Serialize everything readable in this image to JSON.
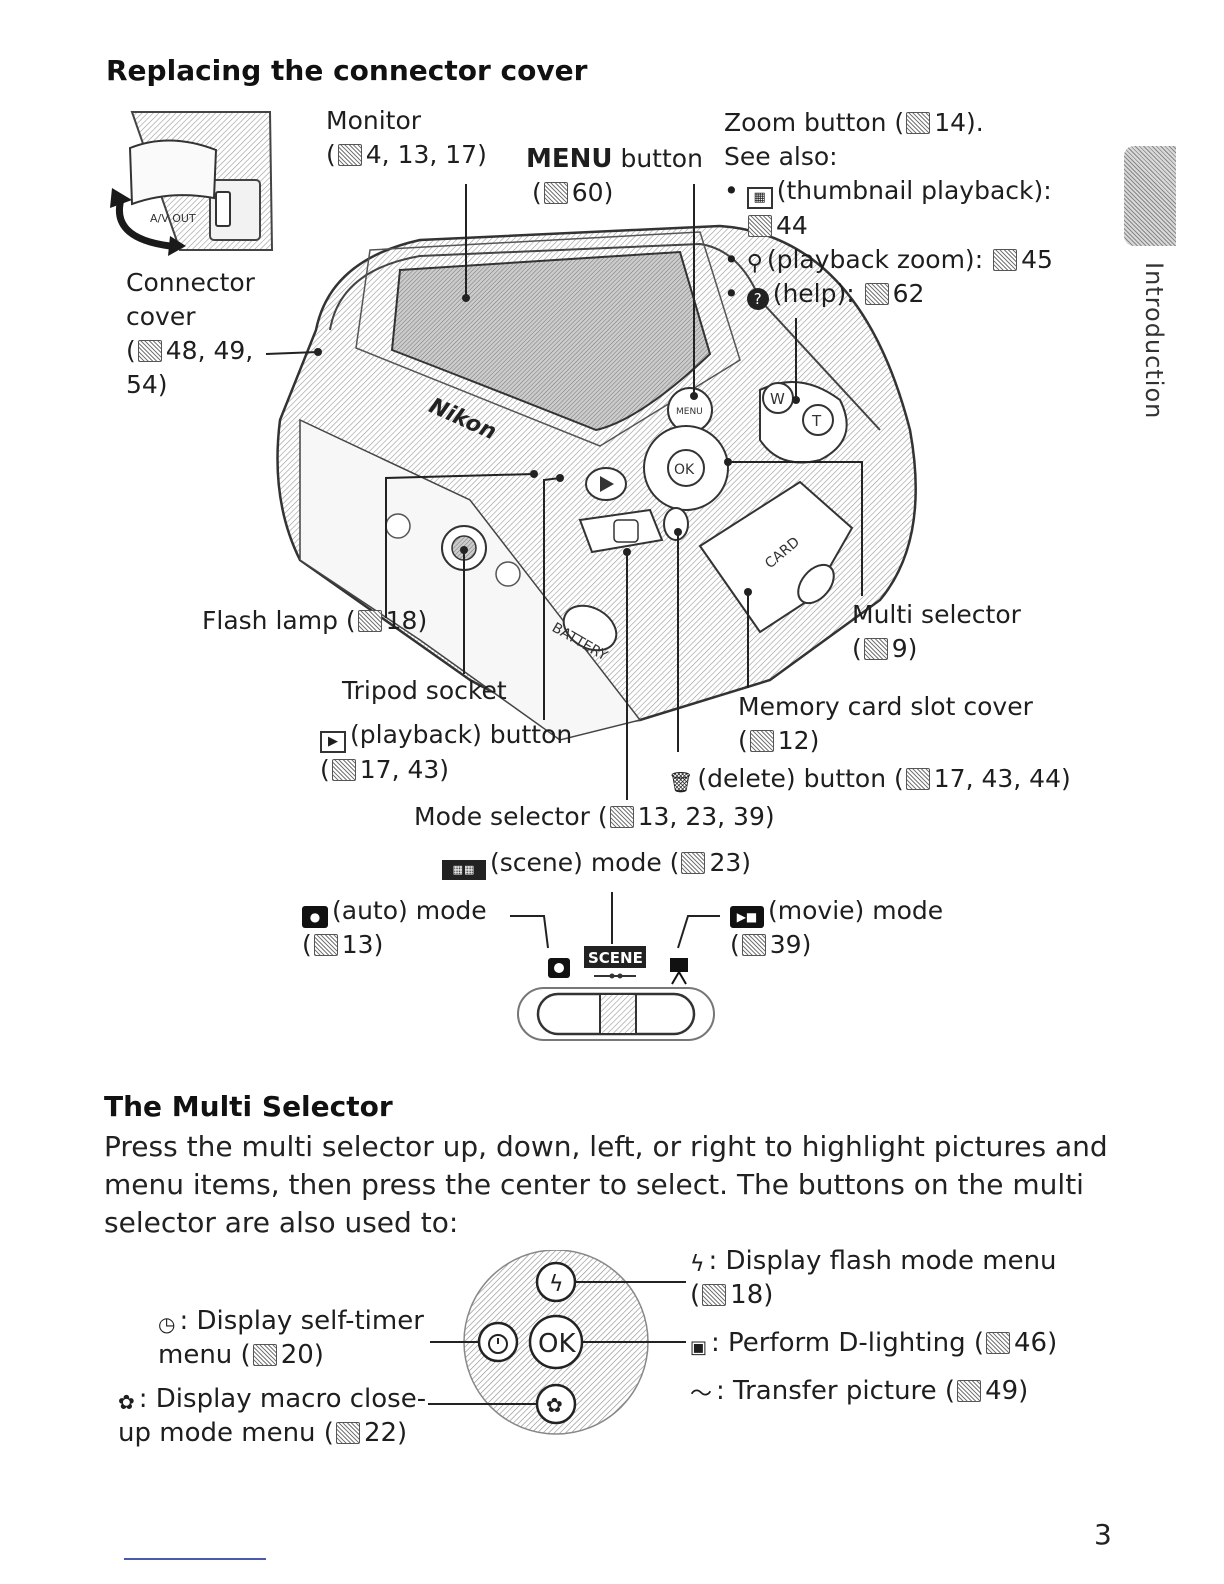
{
  "connector_section": {
    "title": "Replacing the connector cover"
  },
  "camera_diagram": {
    "av_out_label": "A/V OUT",
    "brand_text": "Nikon",
    "card_text": "CARD",
    "battery_text": "BATTERY",
    "ok_text": "OK",
    "w_text": "W",
    "t_text": "T",
    "menu_text": "MENU",
    "callouts": {
      "monitor": {
        "name": "Monitor",
        "pages": "4, 13, 17"
      },
      "menu_button": {
        "name_bold": "MENU",
        "name": "button",
        "pages": "60"
      },
      "zoom_button": {
        "title_name": "Zoom button (",
        "title_pages": "14).",
        "see_also": "See also:",
        "item1_text": "(thumbnail playback):",
        "item1_page": "44",
        "item2_text": "(playback zoom):",
        "item2_page": "45",
        "item3_text": "(help):",
        "item3_page": "62"
      },
      "connector_cover": {
        "line1": "Connector",
        "line2": "cover",
        "pages_a": "48, 49,",
        "pages_b": "54)"
      },
      "flash_lamp": {
        "name": "Flash lamp (",
        "pages": "18)"
      },
      "tripod_socket": {
        "name": "Tripod socket"
      },
      "playback_button": {
        "name": "(playback) button",
        "pages": "17, 43)"
      },
      "mode_selector": {
        "name": "Mode selector (",
        "pages": "13, 23, 39)"
      },
      "multi_selector": {
        "name": "Multi selector",
        "pages": "9)"
      },
      "memory_card": {
        "name": "Memory card slot cover",
        "pages": "12)"
      },
      "delete_button": {
        "name": "(delete) button (",
        "pages": "17, 43, 44)"
      }
    },
    "modes": {
      "scene": {
        "glyph": "SCENE",
        "label": "(scene) mode (",
        "pages": "23)"
      },
      "auto": {
        "label": "(auto) mode",
        "pages": "13)"
      },
      "movie": {
        "label": "(movie) mode",
        "pages": "39)"
      }
    }
  },
  "multi_selector_section": {
    "title": "The Multi Selector",
    "paragraph": "Press the multi selector up, down, left, or right to highlight pictures and menu items, then press the center to select. The buttons on the multi selector are also used to:",
    "ok_text": "OK",
    "items": {
      "flash": {
        "text": ": Display flash mode menu",
        "pages": "18)"
      },
      "self_timer": {
        "line1": ": Display self-timer",
        "line2": "menu (",
        "pages": "20)"
      },
      "d_lighting": {
        "text": ": Perform D-lighting (",
        "pages": "46)"
      },
      "macro": {
        "line1": ": Display macro close-",
        "line2": "up mode menu (",
        "pages": "22)"
      },
      "transfer": {
        "text": ": Transfer picture (",
        "pages": "49)"
      }
    }
  },
  "side_tab": {
    "text": "Introduction"
  },
  "page_number": "3"
}
